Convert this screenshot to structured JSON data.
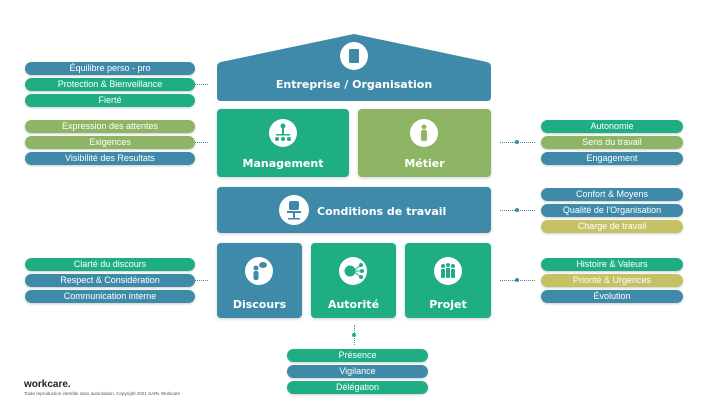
{
  "colors": {
    "blue": "#3f8aa8",
    "green": "#1fae84",
    "olive": "#8db565",
    "yellow": "#c5c265"
  },
  "roof": {
    "label": "Entreprise / Organisation",
    "icon": "building-icon"
  },
  "management": {
    "label": "Management",
    "icon": "org-chart-icon"
  },
  "metier": {
    "label": "Métier",
    "icon": "person-icon"
  },
  "conditions": {
    "label": "Conditions de travail",
    "icon": "office-chair-icon"
  },
  "discours": {
    "label": "Discours",
    "icon": "speaking-person-icon"
  },
  "autorite": {
    "label": "Autorité",
    "icon": "network-head-icon"
  },
  "projet": {
    "label": "Projet",
    "icon": "team-icon"
  },
  "groups": {
    "left_top": [
      "Équilibre perso - pro",
      "Protection & Bienveillance",
      "Fierté"
    ],
    "left_mid": [
      "Expression des attentes",
      "Exigences",
      "Visibilité des Resultats"
    ],
    "left_bot": [
      "Clarté du discours",
      "Respect & Considération",
      "Communication interne"
    ],
    "right_top": [
      "Autonomie",
      "Sens du travail",
      "Engagement"
    ],
    "right_mid": [
      "Confort & Moyens",
      "Qualité de l'Organisation",
      "Charge de travail"
    ],
    "right_bot": [
      "Histoire & Valeurs",
      "Priorité & Urgences",
      "Évolution"
    ],
    "bottom": [
      "Présence",
      "Vigilance",
      "Délégation"
    ]
  },
  "footer": {
    "brand": "workcare.",
    "copyright": "Toute reproduction interdite sans autorisation. Copyright 2021 SARL Workcare"
  }
}
